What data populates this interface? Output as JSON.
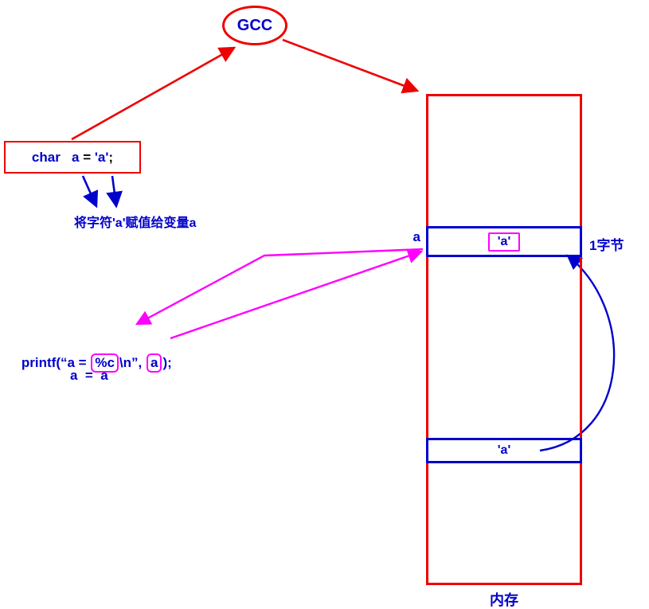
{
  "colors": {
    "red": "#ee0000",
    "blue": "#0000cc",
    "magenta": "#ff00ff"
  },
  "compiler": {
    "label": "GCC"
  },
  "code_box": {
    "keyword": "char",
    "space1": "   ",
    "variable": "a",
    "equals": " = ",
    "value": "'a'",
    "semicolon": ";"
  },
  "annotation": {
    "text": "将字符'a'赋值给变量a"
  },
  "printf": {
    "pre": "printf(“a = ",
    "format": "%c",
    "mid": "\\n”, ",
    "arg": "a",
    "post": ");"
  },
  "output": {
    "text": "a  =  a"
  },
  "memory": {
    "var_label": "a",
    "cell_value": "'a'",
    "byte_label": "1字节",
    "bottom_value": "'a'",
    "title": "内存"
  }
}
